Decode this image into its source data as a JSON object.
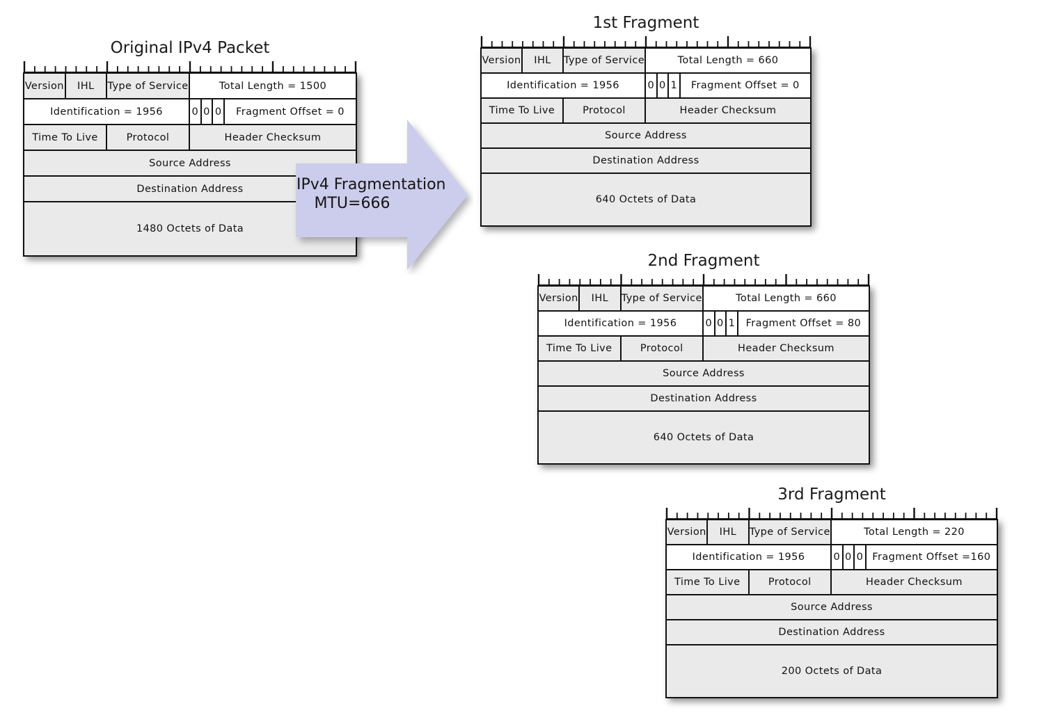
{
  "figure": {
    "title": "IPv4 Fragmentation Diagram",
    "colors": {
      "header_cell_gray": "#eaeaea",
      "id_row_white": "#ffffff",
      "border": "#111111",
      "arrow_fill": "#ccccec",
      "text": "#111111",
      "background": "#ffffff"
    }
  },
  "arrow": {
    "name": "fragmentation-arrow",
    "line1": "IPv4 Fragmentation",
    "line2": "MTU=666"
  },
  "ruler": {
    "major_ticks": [
      0,
      8,
      16,
      24,
      32
    ],
    "minor_tick_count": 32,
    "label": "bit-ruler"
  },
  "packets": [
    {
      "id": "original",
      "title": "Original IPv4 Packet",
      "rows": [
        {
          "shade": "gray",
          "cells": [
            {
              "label": "Version",
              "w": 12.5,
              "shade": "gray"
            },
            {
              "label": "IHL",
              "w": 12.5,
              "shade": "gray"
            },
            {
              "label": "Type of Service",
              "w": 25,
              "shade": "gray"
            },
            {
              "label": "Total Length = 1500",
              "w": 50,
              "shade": "white"
            }
          ]
        },
        {
          "shade": "white",
          "cells": [
            {
              "label": "Identification = 1956",
              "w": 50,
              "shade": "white"
            },
            {
              "label": "0",
              "w": 3.5,
              "shade": "white"
            },
            {
              "label": "0",
              "w": 3.5,
              "shade": "white"
            },
            {
              "label": "0",
              "w": 3.5,
              "shade": "white"
            },
            {
              "label": "Fragment Offset = 0",
              "w": 39.5,
              "shade": "white"
            }
          ]
        },
        {
          "shade": "gray",
          "cells": [
            {
              "label": "Time To Live",
              "w": 25,
              "shade": "gray"
            },
            {
              "label": "Protocol",
              "w": 25,
              "shade": "gray"
            },
            {
              "label": "Header Checksum",
              "w": 50,
              "shade": "gray"
            }
          ]
        },
        {
          "shade": "gray",
          "cells": [
            {
              "label": "Source Address",
              "w": 100,
              "shade": "gray"
            }
          ]
        },
        {
          "shade": "gray",
          "cells": [
            {
              "label": "Destination Address",
              "w": 100,
              "shade": "gray"
            }
          ]
        },
        {
          "shade": "gray",
          "data": true,
          "cells": [
            {
              "label": "1480 Octets of Data",
              "w": 100,
              "shade": "gray"
            }
          ]
        }
      ]
    },
    {
      "id": "fragment-1",
      "title": "1st Fragment",
      "rows": [
        {
          "shade": "gray",
          "cells": [
            {
              "label": "Version",
              "w": 12.5,
              "shade": "gray"
            },
            {
              "label": "IHL",
              "w": 12.5,
              "shade": "gray"
            },
            {
              "label": "Type of Service",
              "w": 25,
              "shade": "gray"
            },
            {
              "label": "Total Length = 660",
              "w": 50,
              "shade": "white"
            }
          ]
        },
        {
          "shade": "white",
          "cells": [
            {
              "label": "Identification = 1956",
              "w": 50,
              "shade": "white"
            },
            {
              "label": "0",
              "w": 3.5,
              "shade": "white"
            },
            {
              "label": "0",
              "w": 3.5,
              "shade": "white"
            },
            {
              "label": "1",
              "w": 3.5,
              "shade": "white"
            },
            {
              "label": "Fragment Offset = 0",
              "w": 39.5,
              "shade": "white"
            }
          ]
        },
        {
          "shade": "gray",
          "cells": [
            {
              "label": "Time To Live",
              "w": 25,
              "shade": "gray"
            },
            {
              "label": "Protocol",
              "w": 25,
              "shade": "gray"
            },
            {
              "label": "Header Checksum",
              "w": 50,
              "shade": "gray"
            }
          ]
        },
        {
          "shade": "gray",
          "cells": [
            {
              "label": "Source Address",
              "w": 100,
              "shade": "gray"
            }
          ]
        },
        {
          "shade": "gray",
          "cells": [
            {
              "label": "Destination Address",
              "w": 100,
              "shade": "gray"
            }
          ]
        },
        {
          "shade": "gray",
          "data": true,
          "cells": [
            {
              "label": "640 Octets of Data",
              "w": 100,
              "shade": "gray"
            }
          ]
        }
      ]
    },
    {
      "id": "fragment-2",
      "title": "2nd Fragment",
      "rows": [
        {
          "shade": "gray",
          "cells": [
            {
              "label": "Version",
              "w": 12.5,
              "shade": "gray"
            },
            {
              "label": "IHL",
              "w": 12.5,
              "shade": "gray"
            },
            {
              "label": "Type of Service",
              "w": 25,
              "shade": "gray"
            },
            {
              "label": "Total Length = 660",
              "w": 50,
              "shade": "white"
            }
          ]
        },
        {
          "shade": "white",
          "cells": [
            {
              "label": "Identification = 1956",
              "w": 50,
              "shade": "white"
            },
            {
              "label": "0",
              "w": 3.5,
              "shade": "white"
            },
            {
              "label": "0",
              "w": 3.5,
              "shade": "white"
            },
            {
              "label": "1",
              "w": 3.5,
              "shade": "white"
            },
            {
              "label": "Fragment Offset = 80",
              "w": 39.5,
              "shade": "white"
            }
          ]
        },
        {
          "shade": "gray",
          "cells": [
            {
              "label": "Time To Live",
              "w": 25,
              "shade": "gray"
            },
            {
              "label": "Protocol",
              "w": 25,
              "shade": "gray"
            },
            {
              "label": "Header Checksum",
              "w": 50,
              "shade": "gray"
            }
          ]
        },
        {
          "shade": "gray",
          "cells": [
            {
              "label": "Source Address",
              "w": 100,
              "shade": "gray"
            }
          ]
        },
        {
          "shade": "gray",
          "cells": [
            {
              "label": "Destination Address",
              "w": 100,
              "shade": "gray"
            }
          ]
        },
        {
          "shade": "gray",
          "data": true,
          "cells": [
            {
              "label": "640 Octets of Data",
              "w": 100,
              "shade": "gray"
            }
          ]
        }
      ]
    },
    {
      "id": "fragment-3",
      "title": "3rd Fragment",
      "rows": [
        {
          "shade": "gray",
          "cells": [
            {
              "label": "Version",
              "w": 12.5,
              "shade": "gray"
            },
            {
              "label": "IHL",
              "w": 12.5,
              "shade": "gray"
            },
            {
              "label": "Type of Service",
              "w": 25,
              "shade": "gray"
            },
            {
              "label": "Total Length = 220",
              "w": 50,
              "shade": "white"
            }
          ]
        },
        {
          "shade": "white",
          "cells": [
            {
              "label": "Identification = 1956",
              "w": 50,
              "shade": "white"
            },
            {
              "label": "0",
              "w": 3.5,
              "shade": "white"
            },
            {
              "label": "0",
              "w": 3.5,
              "shade": "white"
            },
            {
              "label": "0",
              "w": 3.5,
              "shade": "white"
            },
            {
              "label": "Fragment Offset =160",
              "w": 39.5,
              "shade": "white"
            }
          ]
        },
        {
          "shade": "gray",
          "cells": [
            {
              "label": "Time To Live",
              "w": 25,
              "shade": "gray"
            },
            {
              "label": "Protocol",
              "w": 25,
              "shade": "gray"
            },
            {
              "label": "Header Checksum",
              "w": 50,
              "shade": "gray"
            }
          ]
        },
        {
          "shade": "gray",
          "cells": [
            {
              "label": "Source Address",
              "w": 100,
              "shade": "gray"
            }
          ]
        },
        {
          "shade": "gray",
          "cells": [
            {
              "label": "Destination Address",
              "w": 100,
              "shade": "gray"
            }
          ]
        },
        {
          "shade": "gray",
          "data": true,
          "cells": [
            {
              "label": "200 Octets of Data",
              "w": 100,
              "shade": "gray"
            }
          ]
        }
      ]
    }
  ]
}
